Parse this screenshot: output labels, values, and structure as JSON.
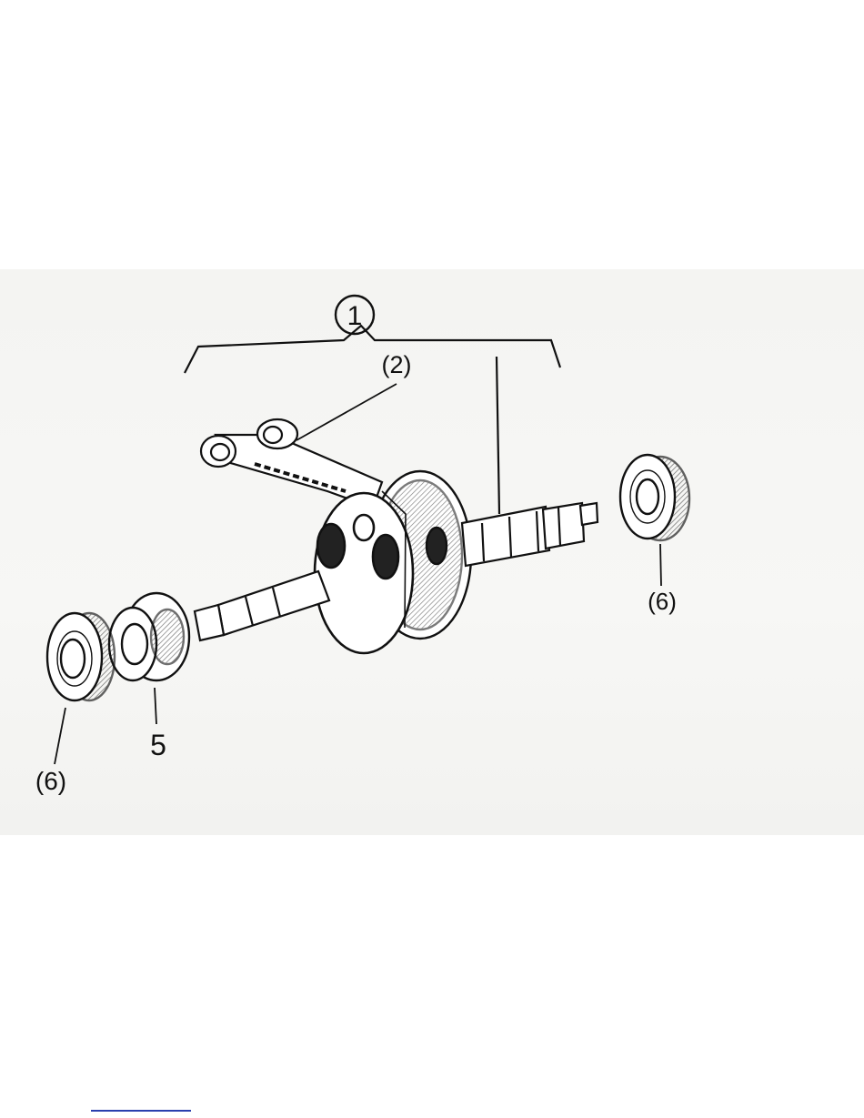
{
  "figure": {
    "labels": {
      "assembly": "1",
      "connecting_rod": "(2)",
      "bearing": "5",
      "seal_left": "(6)",
      "seal_right": "(6)"
    }
  },
  "colors": {
    "ink": "#111111",
    "footer_rule": "#2a3fae"
  }
}
